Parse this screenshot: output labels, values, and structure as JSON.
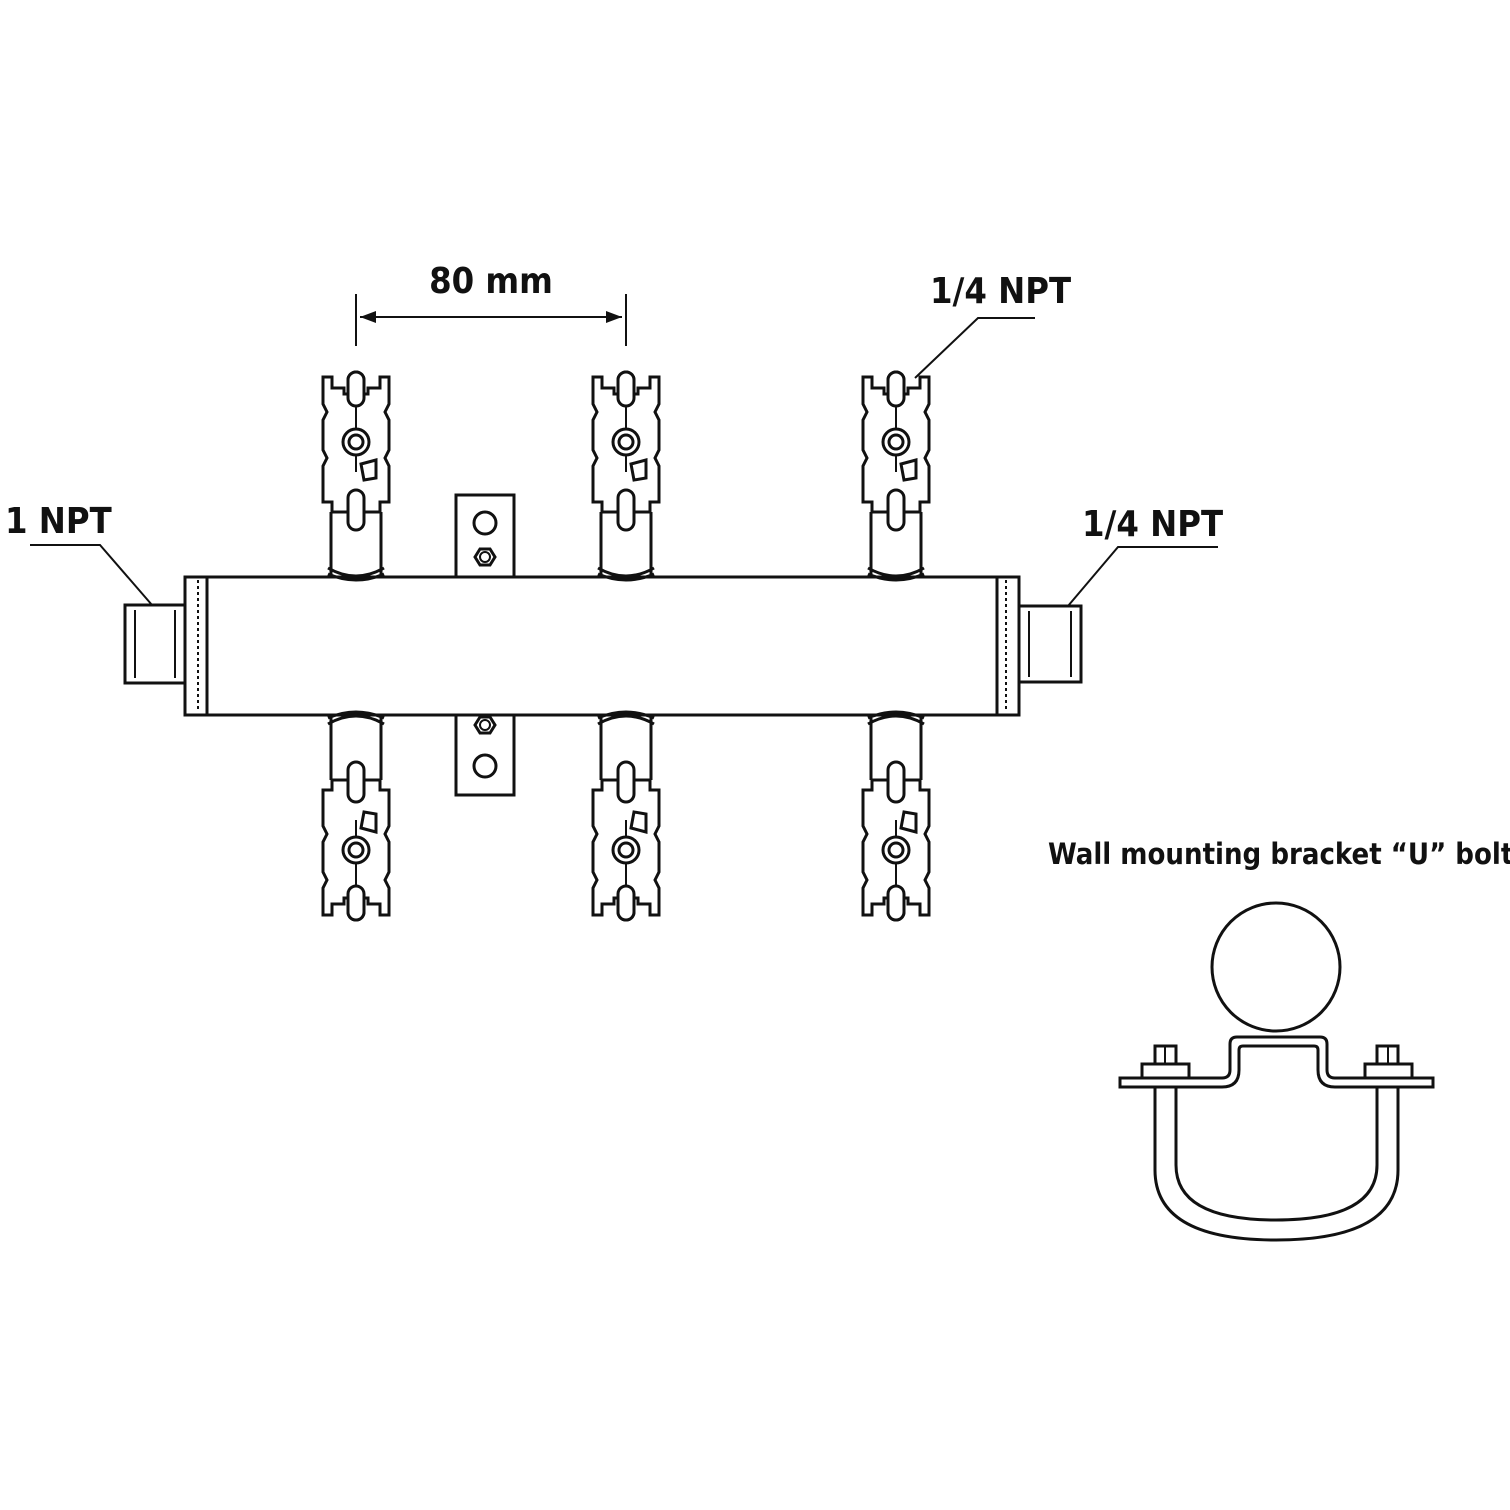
{
  "labels": {
    "spacing": "80 mm",
    "inlet_left": "1 NPT",
    "outlet_top_right": "1/4 NPT",
    "outlet_right": "1/4 NPT",
    "bracket_caption": "Wall mounting bracket “U” bolt"
  }
}
